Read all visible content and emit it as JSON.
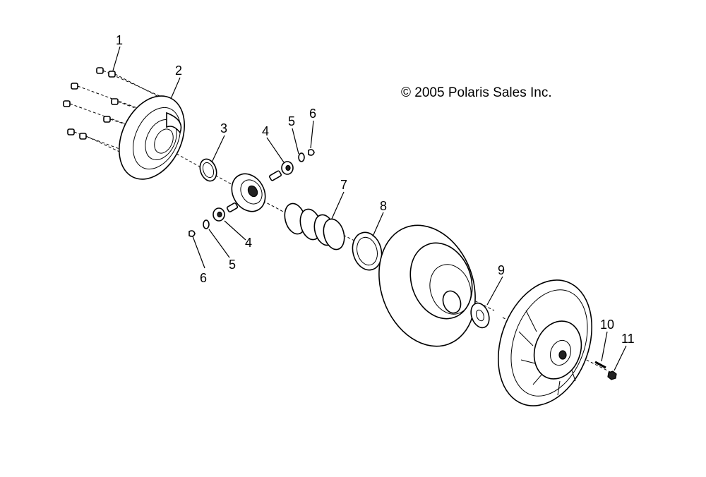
{
  "copyright": "© 2005 Polaris Sales Inc.",
  "callouts": [
    "1",
    "2",
    "3",
    "4",
    "5",
    "6",
    "4",
    "5",
    "6",
    "7",
    "8",
    "9",
    "10",
    "11"
  ],
  "colors": {
    "line": "#000000",
    "background": "#ffffff"
  }
}
